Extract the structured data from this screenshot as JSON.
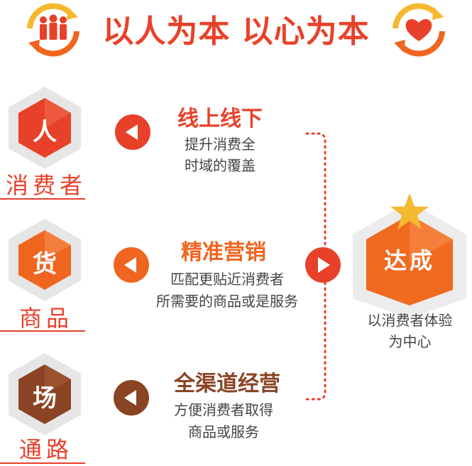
{
  "title": "以人为本 以心为本",
  "rows": [
    {
      "hex_label": "人",
      "caption": "消费者",
      "head": "线上线下",
      "desc_line1": "提升消费全",
      "desc_line2": "时域的覆盖",
      "color": "#e8412a"
    },
    {
      "hex_label": "货",
      "caption": "商品",
      "head": "精准营销",
      "desc_line1": "匹配更贴近消费者",
      "desc_line2": "所需要的商品或是服务",
      "color": "#f0651f"
    },
    {
      "hex_label": "场",
      "caption": "通路",
      "head": "全渠道经营",
      "desc_line1": "方便消费者取得",
      "desc_line2": "商品或服务",
      "color": "#8a4424"
    }
  ],
  "result": {
    "hex_label": "达成",
    "desc_line1": "以消费者体验",
    "desc_line2": "为中心",
    "color": "#f06a1f"
  },
  "colors": {
    "accent": "#e8412a",
    "orange": "#f0651f",
    "brown": "#8a4424",
    "gold": "#f5b82e"
  },
  "icons": {
    "left_top": "people-cycle-icon",
    "right_top": "heart-cycle-icon",
    "star": "star-icon"
  }
}
